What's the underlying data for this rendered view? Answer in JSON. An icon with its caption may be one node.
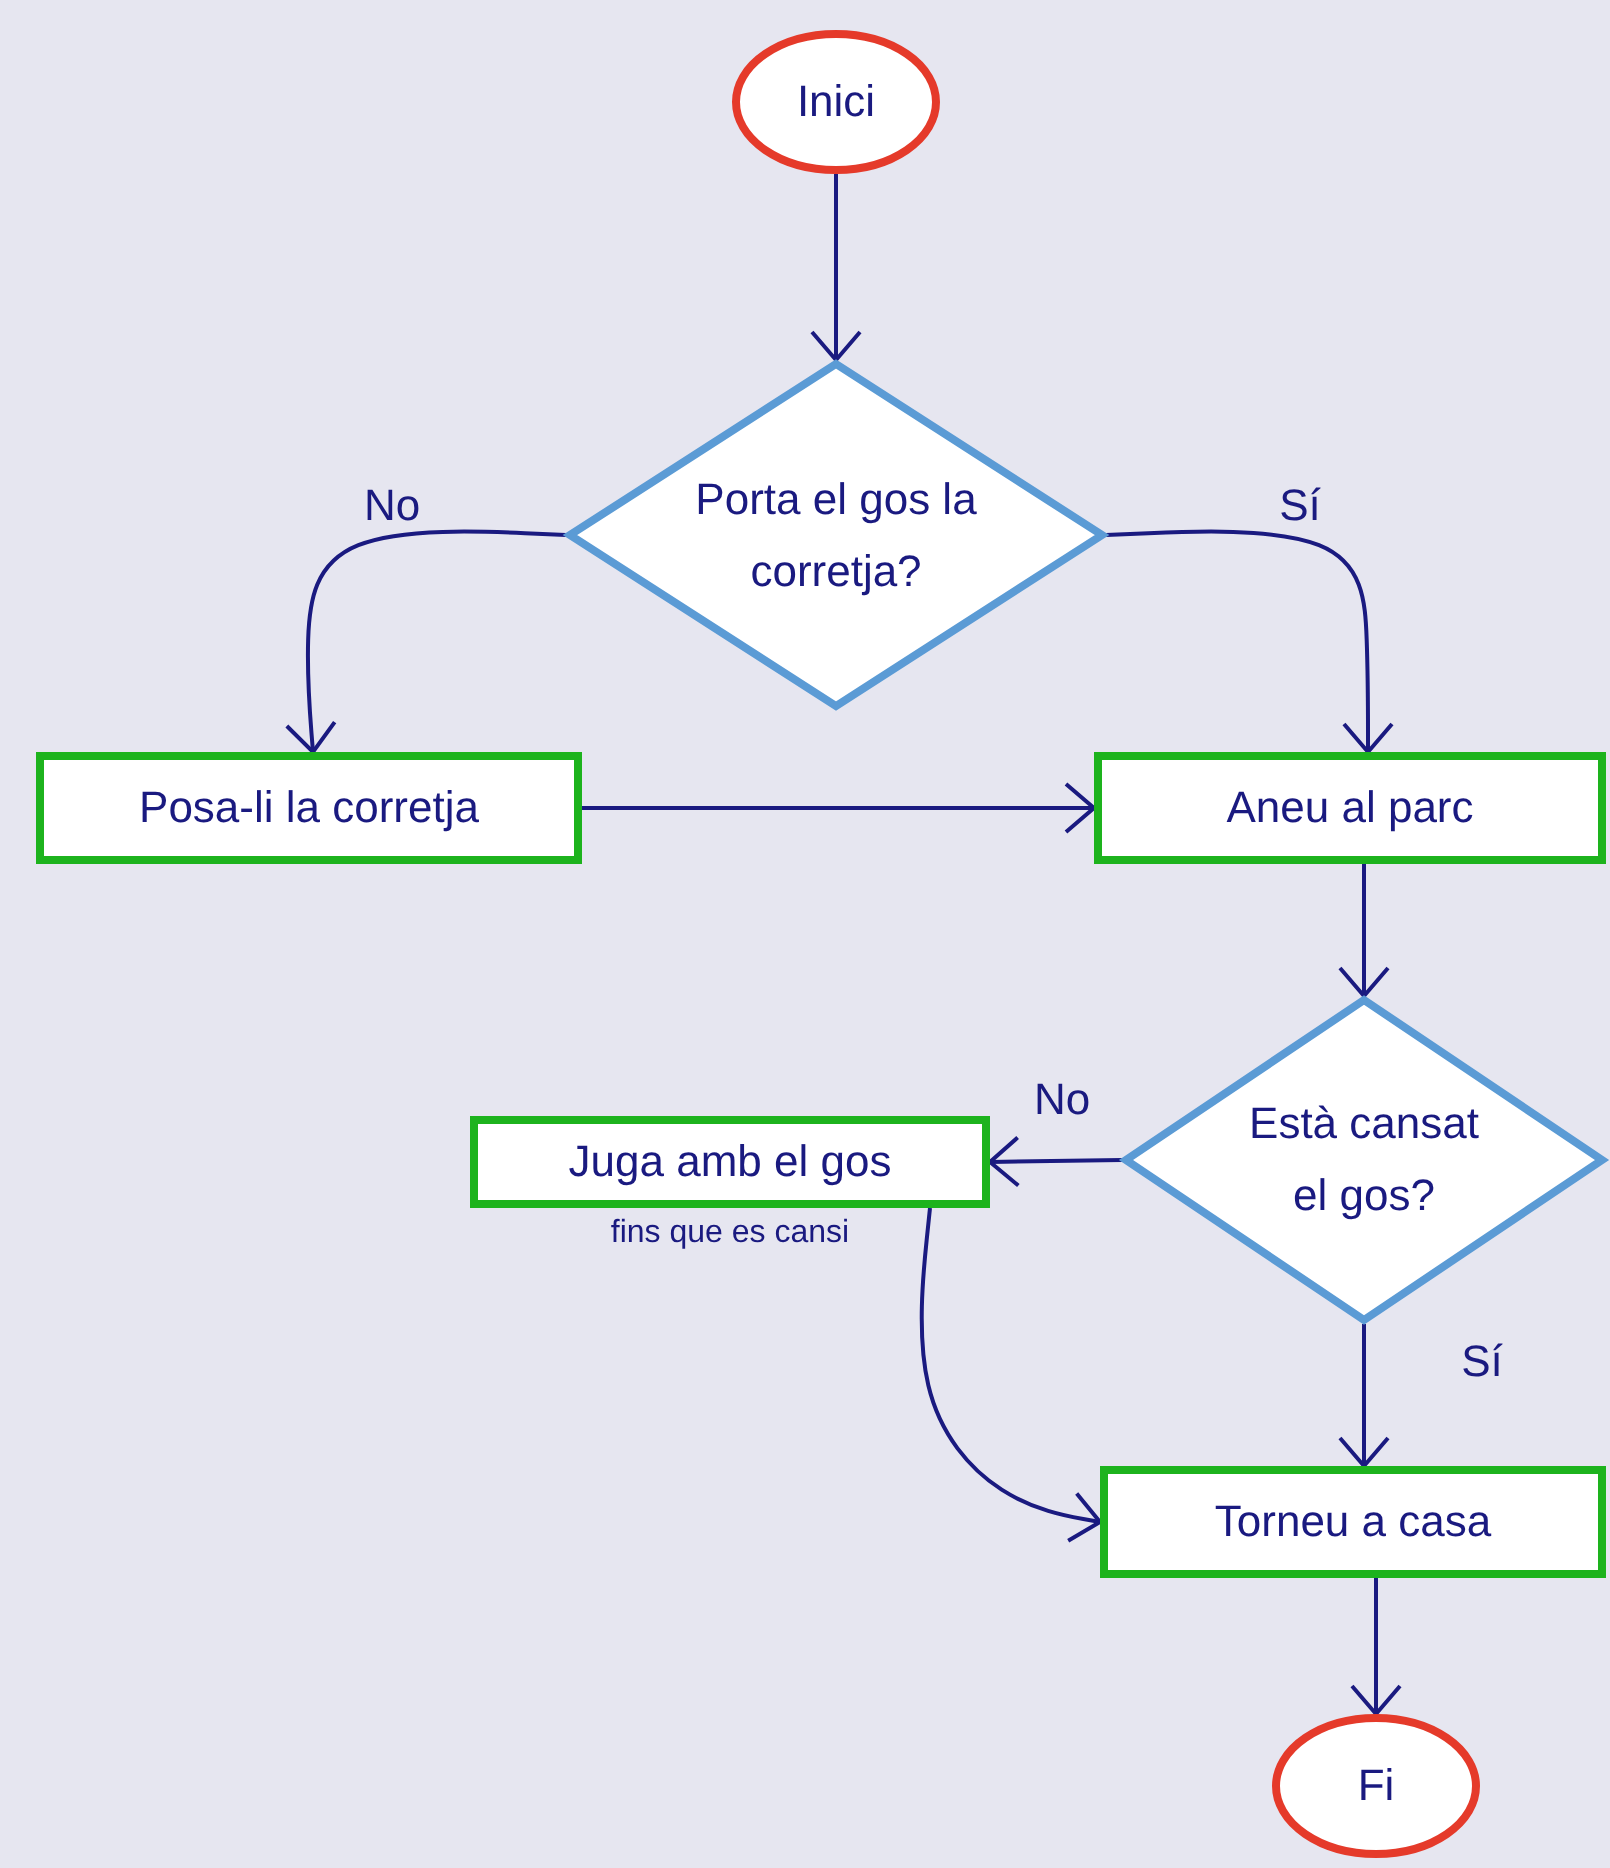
{
  "diagram": {
    "nodes": [
      {
        "text": [
          "Inici"
        ]
      },
      {
        "text": [
          "Porta el gos la corretja?"
        ]
      },
      {
        "text": [
          "Posa-li la corretja"
        ]
      },
      {
        "text": [
          "Aneu al parc"
        ]
      },
      {
        "text": [
          "Està cansat el gos?"
        ]
      },
      {
        "text": [
          "Juga amb el gos"
        ],
        "beside": [
          "fins que es cansi"
        ]
      },
      {
        "text": [
          "Torneu a casa"
        ]
      },
      {
        "text": [
          "Fi"
        ]
      }
    ],
    "edges": [
      {
        "from": 0,
        "to": 1,
        "arrow": "to"
      },
      {
        "from": 1,
        "to": 2,
        "arrow": "to",
        "label": "No"
      },
      {
        "from": 1,
        "to": 3,
        "arrow": "to",
        "label": "Sí"
      },
      {
        "from": 2,
        "to": 3,
        "arrow": "to"
      },
      {
        "from": 3,
        "to": 4,
        "arrow": "to"
      },
      {
        "from": 4,
        "to": 5,
        "arrow": "to",
        "label": "No"
      },
      {
        "from": 4,
        "to": 6,
        "arrow": "to",
        "label": "Sí"
      },
      {
        "from": 5,
        "to": 6,
        "arrow": "to"
      },
      {
        "from": 6,
        "to": 7,
        "arrow": "to"
      }
    ]
  }
}
